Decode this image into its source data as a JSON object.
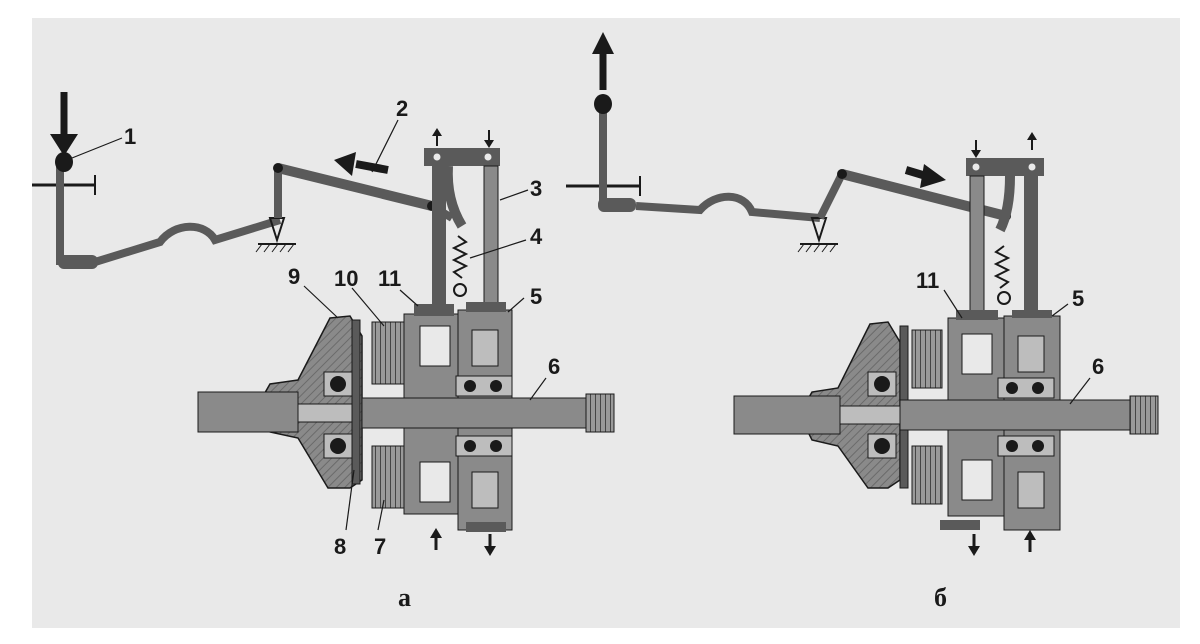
{
  "figure": {
    "panels": [
      {
        "caption": "а",
        "callouts": [
          "1",
          "2",
          "3",
          "4",
          "5",
          "6",
          "7",
          "8",
          "9",
          "10",
          "11"
        ]
      },
      {
        "caption": "б",
        "callouts": [
          "5",
          "6",
          "11"
        ]
      }
    ],
    "colors": {
      "background": "#e9e9e9",
      "part_fill": "#8a8a8a",
      "dark_part": "#5a5a5a",
      "light_part": "#bdbdbd",
      "line": "#1a1a1a"
    },
    "icons": [
      "arrow-down-icon",
      "arrow-up-icon",
      "arrow-left-icon",
      "arrow-right-icon",
      "double-arrow-icon",
      "pivot-ground-icon",
      "spring-icon",
      "bearing-icon"
    ]
  }
}
